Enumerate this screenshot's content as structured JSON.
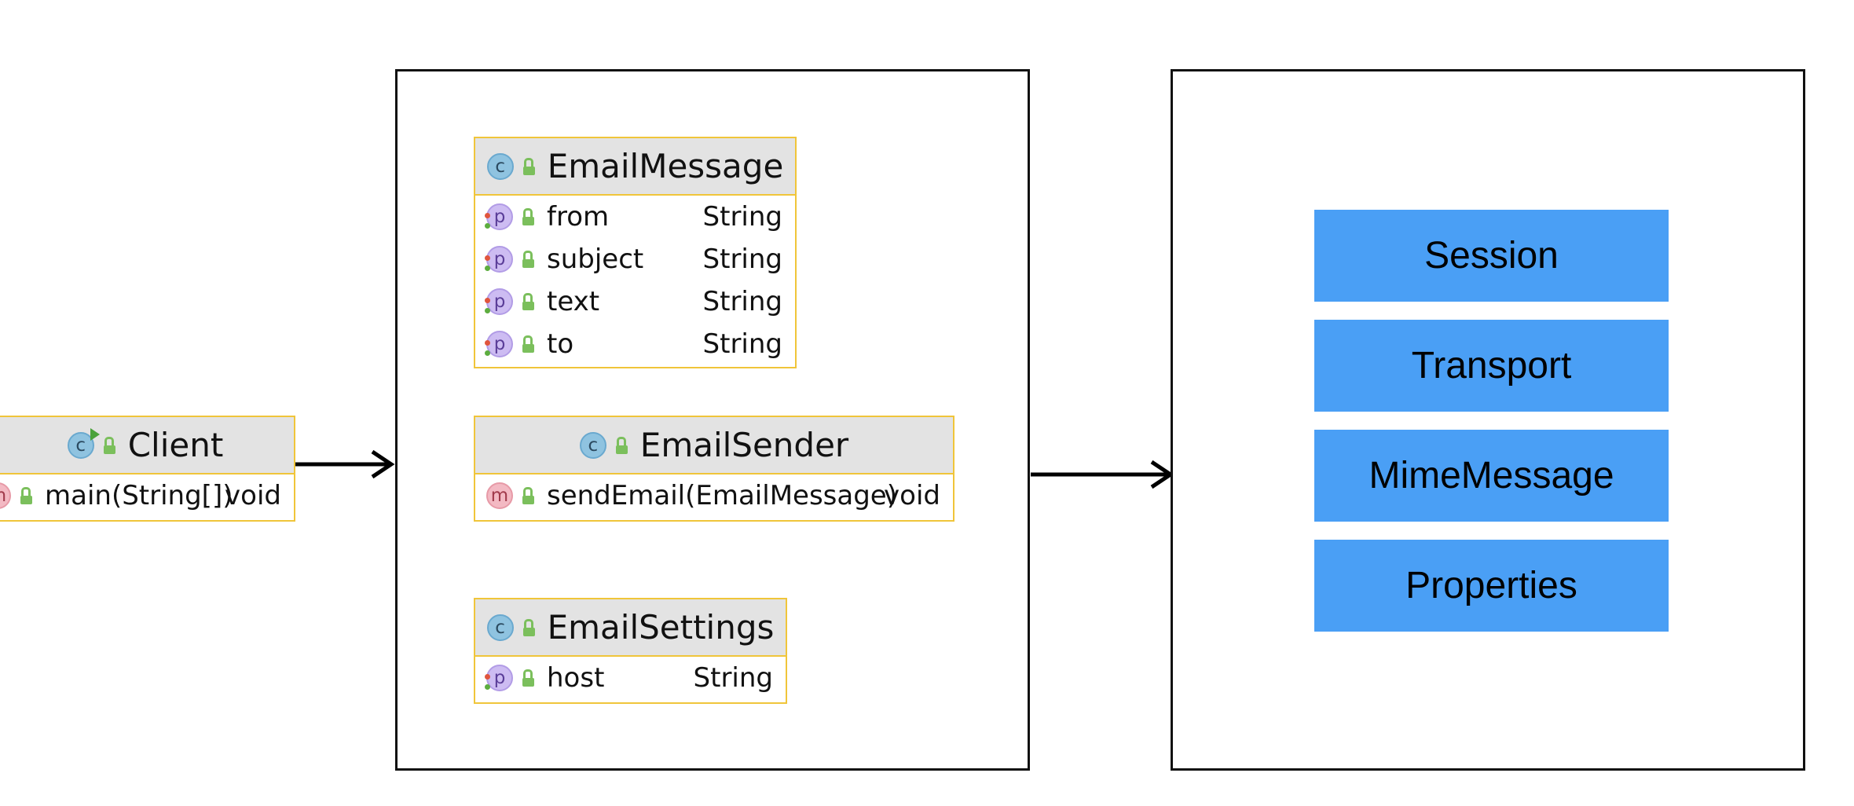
{
  "client": {
    "title": "Client",
    "methods": [
      {
        "name": "main(String[])",
        "type": "void"
      }
    ]
  },
  "email_message": {
    "title": "EmailMessage",
    "fields": [
      {
        "name": "from",
        "type": "String"
      },
      {
        "name": "subject",
        "type": "String"
      },
      {
        "name": "text",
        "type": "String"
      },
      {
        "name": "to",
        "type": "String"
      }
    ]
  },
  "email_sender": {
    "title": "EmailSender",
    "methods": [
      {
        "name": "sendEmail(EmailMessage)",
        "type": "void"
      }
    ]
  },
  "email_settings": {
    "title": "EmailSettings",
    "fields": [
      {
        "name": "host",
        "type": "String"
      }
    ]
  },
  "library_classes": [
    "Session",
    "Transport",
    "MimeMessage",
    "Properties"
  ],
  "badges": {
    "class": "c",
    "property": "p",
    "method": "m"
  },
  "colors": {
    "uml_border": "#f0c53a",
    "uml_header": "#e3e3e3",
    "library_box": "#4a9ff5",
    "frame_border": "#111111"
  }
}
